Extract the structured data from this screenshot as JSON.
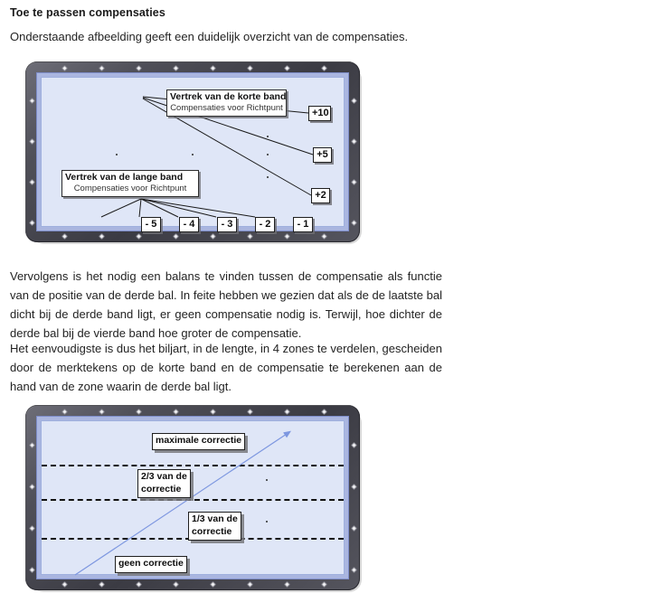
{
  "document": {
    "heading": "Toe te passen compensaties",
    "intro": "Onderstaande afbeelding geeft een duidelijk overzicht van de compensaties.",
    "paragraph_2": "Vervolgens is het nodig een balans te vinden tussen de compensatie als functie van de positie van de derde bal. In  feite hebben we gezien dat als de de laatste bal dicht bij de derde band ligt, er geen compensatie nodig is. Terwijl, hoe  dichter de derde bal bij de vierde band hoe groter de compensatie.",
    "paragraph_3": "Het eenvoudigste is dus het biljart, in de lengte, in 4 zones te verdelen, gescheiden door de merktekens op de korte band en  de compensatie te berekenen aan de hand van de zone waarin de derde bal ligt."
  },
  "figure_one": {
    "name": "billiard-table-compensations",
    "callout_short_band": {
      "title": "Vertrek van de korte band",
      "subtitle": "Compensaties voor Richtpunt"
    },
    "callout_long_band": {
      "title": "Vertrek van de lange band",
      "subtitle": "Compensaties voor Richtpunt"
    },
    "right_values": [
      "+10",
      "+5",
      "+2"
    ],
    "bottom_values": [
      "- 5",
      "- 4",
      "- 3",
      "- 2",
      "- 1"
    ],
    "colors": {
      "frame": "#3f3f47",
      "cushion": "#aab6e0",
      "cloth": "#dfe6f7",
      "diamond": "#f2f2f4"
    }
  },
  "figure_two": {
    "name": "billiard-table-zones",
    "zone_labels": [
      {
        "id": "maximale",
        "text_line1": "maximale correctie",
        "text_line2": ""
      },
      {
        "id": "tweederde",
        "text_line1": "2/3 van de",
        "text_line2": "correctie"
      },
      {
        "id": "eenderde",
        "text_line1": "1/3 van de",
        "text_line2": "correctie"
      },
      {
        "id": "geen",
        "text_line1": "geen correctie",
        "text_line2": ""
      }
    ],
    "divider_count": 3,
    "arrow_color": "#7d97e0",
    "colors": {
      "frame": "#3f3f47",
      "cushion": "#aab6e0",
      "cloth": "#dfe6f7",
      "divider": "#101010"
    }
  }
}
